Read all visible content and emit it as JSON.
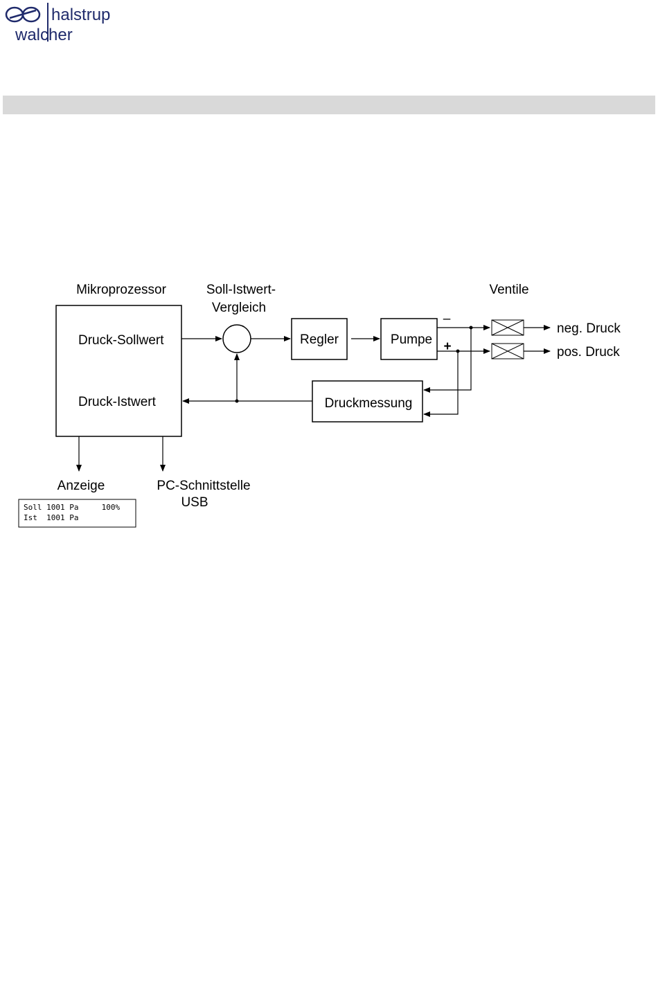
{
  "logo": {
    "line1": "halstrup",
    "line2": "walcher",
    "brand_color": "#1f2a6b"
  },
  "header_bar_color": "#d9d9d9",
  "diagram": {
    "mikroprozessor": "Mikroprozessor",
    "soll_istwert_line1": "Soll-Istwert-",
    "soll_istwert_line2": "Vergleich",
    "ventile": "Ventile",
    "druck_sollwert": "Druck-Sollwert",
    "druck_istwert": "Druck-Istwert",
    "regler": "Regler",
    "pumpe": "Pumpe",
    "minus": "–",
    "plus": "+",
    "neg_druck": "neg. Druck",
    "pos_druck": "pos. Druck",
    "druckmessung": "Druckmessung",
    "anzeige": "Anzeige",
    "pc_schnittstelle": "PC-Schnittstelle",
    "usb": "USB",
    "display_line1": "Soll 1001 Pa     100%",
    "display_line2": "Ist  1001 Pa"
  }
}
